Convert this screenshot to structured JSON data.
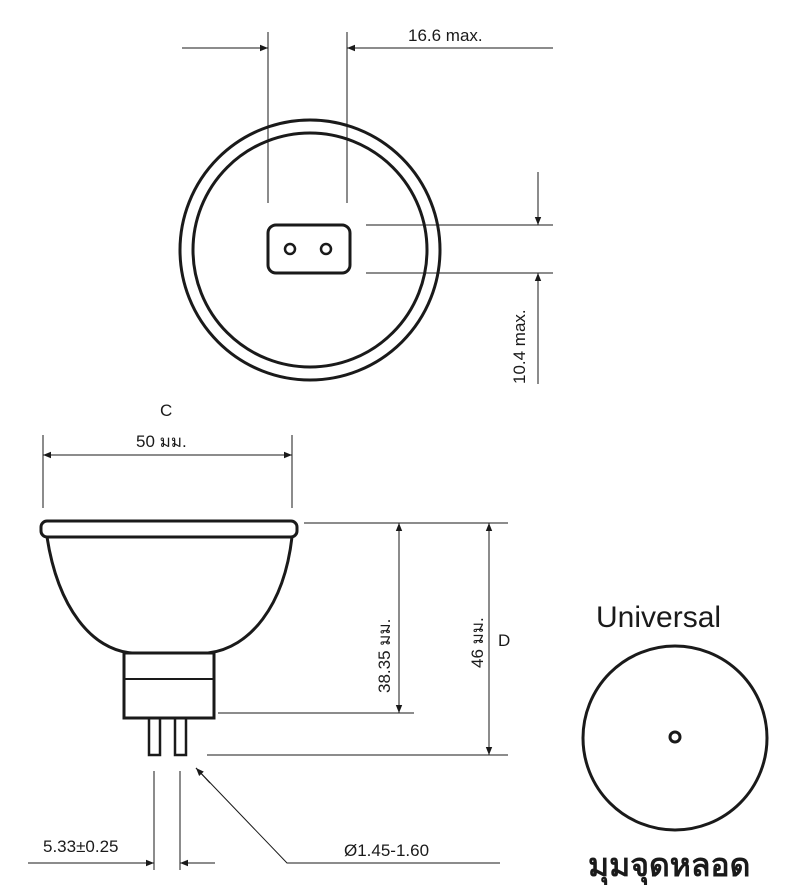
{
  "top_view": {
    "width_label": "16.6 max.",
    "height_label": "10.4 max."
  },
  "side_view": {
    "c_label": "C",
    "diameter_label": "50 มม.",
    "body_height_label": "38.35 มม.",
    "total_height_label": "46 มม.",
    "d_label": "D",
    "pin_spacing_label": "5.33±0.25",
    "pin_diameter_label": "Ø1.45-1.60"
  },
  "universal_view": {
    "title": "Universal",
    "caption": "มุมจุดหลอด"
  }
}
